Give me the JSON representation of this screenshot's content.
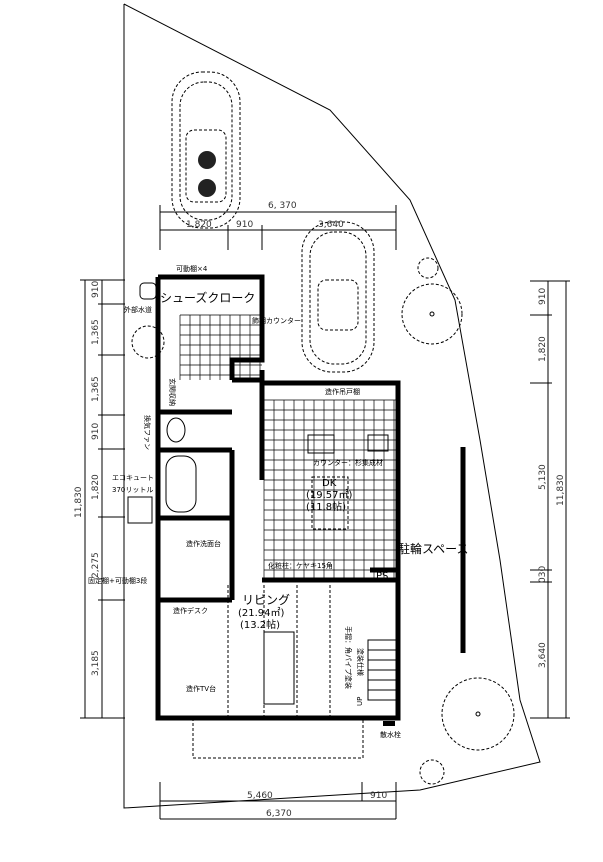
{
  "plan": {
    "dimensions": {
      "top_total": "6, 370",
      "top_segments": [
        "1,820",
        "910",
        "3,640"
      ],
      "left_total": "11,830",
      "left_segments": [
        "910",
        "1,365",
        "1,365",
        "910",
        "1,820",
        "2,275",
        "3,185"
      ],
      "right_total": "11,830",
      "right_segments": [
        "910",
        "1,820",
        "5,130",
        "030",
        "3,640"
      ],
      "bottom_segments": [
        "5,460",
        "910"
      ],
      "bottom_total": "6,370"
    },
    "rooms": {
      "shoe_closet": "シューズクローク",
      "dk": "DK",
      "dk_area": "(19.57㎡)",
      "dk_tatami": "(11.8帖)",
      "living": "リビング",
      "living_area": "(21.94㎡)",
      "living_tatami": "(13.2帖)",
      "bike_space": "駐輪スペース",
      "ps": "PS"
    },
    "notes": {
      "movable_shelves": "可動棚×4",
      "outdoor_faucet": "外部水道",
      "display_counter": "飾棚カウンター",
      "entrance_storage": "玄関収納",
      "wall_cabinet": "造作吊戸棚",
      "vent_fan": "換気ファン",
      "counter_material": "カウンター：杉集成材",
      "ecocute": "エコキュート",
      "ecocute_capacity": "370リットル",
      "vanity": "造作洗面台",
      "decor_pillar": "化粧柱：ケヤキ15角",
      "shelves": "固定棚+可動棚3段",
      "desk": "造作デスク",
      "tv_stand": "造作TV台",
      "handrail": "手摺：角パイプ塗装",
      "paint_spec": "塗装仕様",
      "up": "UP",
      "sprinkler": "散水栓"
    }
  }
}
